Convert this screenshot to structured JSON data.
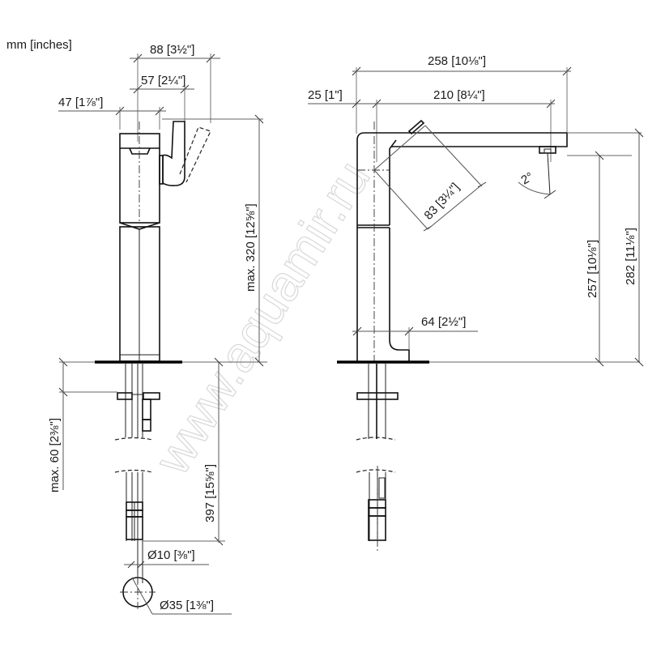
{
  "units_label": "mm [inches]",
  "watermark": "www.aquamir.ru",
  "side_view": {
    "dimensions": {
      "width_total": "88 [3½\"]",
      "lever_offset": "57 [2¼\"]",
      "body_width": "47 [1⅞\"]",
      "height_max": "max. 320 [12⅝\"]",
      "counter_thickness_max": "max. 60 [2⅜\"]",
      "hose_length": "397 [15⅝\"]",
      "hose_diameter": "Ø10 [⅜\"]",
      "hole_diameter": "Ø35 [1⅜\"]"
    }
  },
  "front_view": {
    "dimensions": {
      "spout_reach_total": "258 [10⅛\"]",
      "spout_offset": "25 [1\"]",
      "spout_reach": "210 [8¼\"]",
      "spout_rotation_radius": "83 [3¼\"]",
      "outlet_angle": "2°",
      "spout_height": "257 [10⅛\"]",
      "total_height": "282 [11⅛\"]",
      "base_depth": "64 [2½\"]"
    }
  },
  "colors": {
    "line": "#111111",
    "dimension_line": "#555555",
    "watermark": "#d8d8d8",
    "background": "#ffffff"
  }
}
